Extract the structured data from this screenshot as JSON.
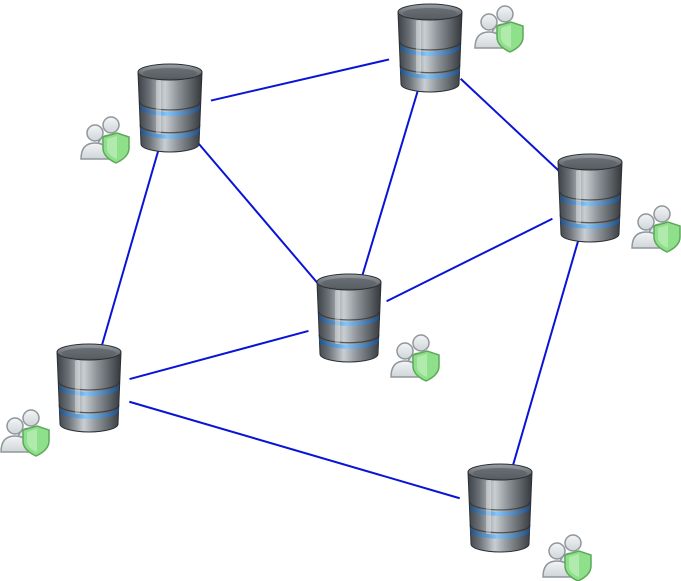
{
  "diagram": {
    "edge_color": "#0a14d4",
    "node_icon": "database-icon",
    "badge_icon": "users-shield-icon",
    "shield_color": "#8fe08a",
    "nodes": [
      {
        "id": "db-top",
        "badge_side": "right"
      },
      {
        "id": "db-upper-left",
        "badge_side": "left"
      },
      {
        "id": "db-right",
        "badge_side": "right"
      },
      {
        "id": "db-center",
        "badge_side": "right"
      },
      {
        "id": "db-left",
        "badge_side": "left"
      },
      {
        "id": "db-bottom",
        "badge_side": "right"
      }
    ],
    "edges": [
      {
        "from": "db-upper-left",
        "to": "db-top"
      },
      {
        "from": "db-top",
        "to": "db-right"
      },
      {
        "from": "db-top",
        "to": "db-center"
      },
      {
        "from": "db-upper-left",
        "to": "db-center"
      },
      {
        "from": "db-upper-left",
        "to": "db-left"
      },
      {
        "from": "db-right",
        "to": "db-center"
      },
      {
        "from": "db-right",
        "to": "db-bottom"
      },
      {
        "from": "db-center",
        "to": "db-left"
      },
      {
        "from": "db-left",
        "to": "db-bottom"
      }
    ]
  }
}
